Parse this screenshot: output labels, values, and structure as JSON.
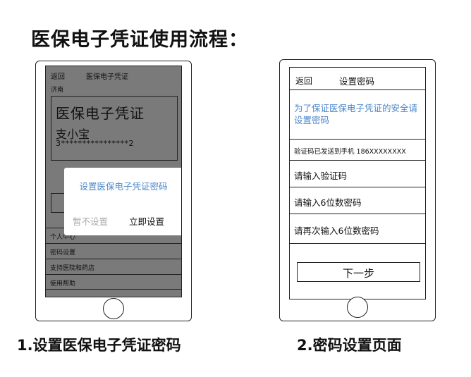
{
  "main_title": "医保电子凭证使用流程：",
  "phone1": {
    "back": "返回",
    "title": "医保电子凭证",
    "city": "济南",
    "card": {
      "title": "医保电子凭证",
      "name": "支小宝",
      "number": "3****************2"
    },
    "menu": [
      "个人中心",
      "密码设置",
      "支持医院和药店",
      "使用帮助"
    ],
    "dialog": {
      "title": "设置医保电子凭证密码",
      "cancel": "暂不设置",
      "confirm": "立即设置"
    }
  },
  "phone2": {
    "back": "返回",
    "title": "设置密码",
    "notice": "为了保证医保电子凭证的安全请设置密码",
    "sms_note": "验证码已发送到手机 186XXXXXXXX",
    "fields": [
      "请输入验证码",
      "请输入6位数密码",
      "请再次输入6位数密码"
    ],
    "next_button": "下一步"
  },
  "captions": {
    "step1": "1.设置医保电子凭证密码",
    "step2": "2.密码设置页面"
  },
  "colors": {
    "accent_blue": "#4a86c8",
    "overlay_gray": "#7a7a7a"
  }
}
